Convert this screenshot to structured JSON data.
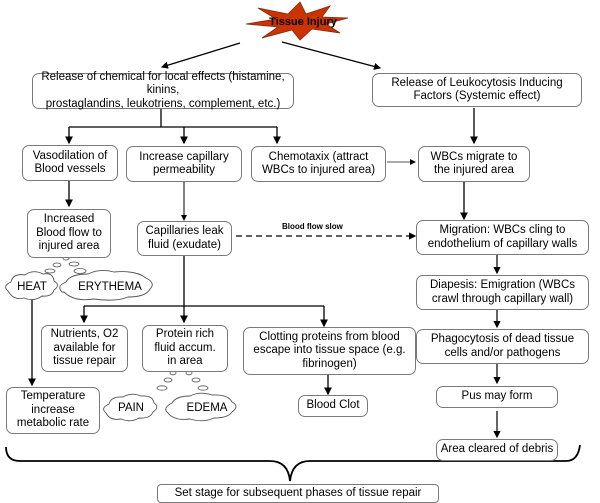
{
  "diagram": {
    "root": {
      "label": "Tissue Injury",
      "color": "#cc3300"
    },
    "local_release": "Release of chemical for local effects (histamine, kinins,\nprostaglandins, leukotriens, complement, etc.)",
    "systemic_release": "Release of Leukocytosis Inducing\nFactors (Systemic effect)",
    "vasodilation": "Vasodilation of\nBlood vessels",
    "capillary_permeability": "Increase capillary\npermeability",
    "chemotaxix": "Chemotaxix (attract\nWBCs to injured area)",
    "wbc_migrate": "WBCs migrate to\nthe injured area",
    "increased_blood_flow": "Increased\nBlood flow to\ninjured area",
    "capillaries_leak": "Capillaries leak\nfluid (exudate)",
    "blood_flow_slow": "Blood flow slow",
    "migration": "Migration: WBCs cling to\nendothelium of capillary walls",
    "diapesis": "Diapesis: Emigration (WBCs\ncrawl through capillary wall)",
    "phagocytosis": "Phagocytosis of dead tissue\ncells and/or pathogens",
    "pus": "Pus may form",
    "area_cleared": "Area cleared of debris",
    "heat": "HEAT",
    "erythema": "ERYTHEMA",
    "nutrients": "Nutrients, O2\navailable for\ntissue repair",
    "protein_rich": "Protein rich\nfluid accum.\nin area",
    "clotting_proteins": "Clotting proteins from blood\nescape into tissue space (e.g.\nfibrinogen)",
    "blood_clot": "Blood Clot",
    "pain": "PAIN",
    "edema": "EDEMA",
    "temperature": "Temperature\nincrease\nmetabolic rate",
    "final": "Set stage for subsequent phases of tissue repair"
  }
}
